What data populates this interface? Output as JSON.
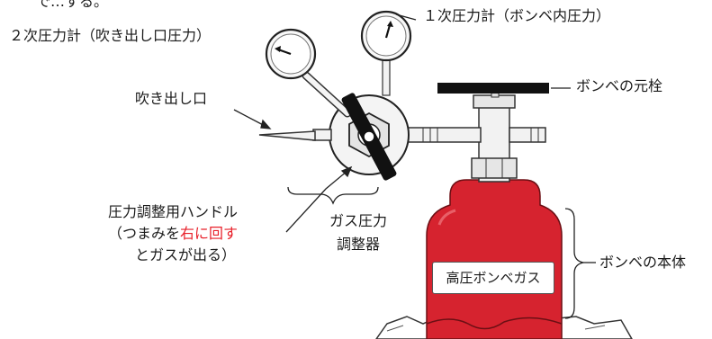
{
  "top_fragment": "で…する。",
  "labels": {
    "primary_gauge": "１次圧力計（ボンベ内圧力）",
    "secondary_gauge": "２次圧力計（吹き出し口圧力）",
    "outlet": "吹き出し口",
    "valve": "ボンベの元栓",
    "handle": "圧力調整用ハンドル",
    "handle_note_prefix": "（つまみを",
    "handle_note_red": "右に回す",
    "handle_note_suffix": "とガスが出る）",
    "regulator_line1": "ガス圧力",
    "regulator_line2": "調整器",
    "tank_label": "高圧ボンベガス",
    "body": "ボンベの本体"
  },
  "colors": {
    "tank_red": "#d6232f",
    "highlight_red": "#e8202a",
    "handle_black": "#111111"
  }
}
